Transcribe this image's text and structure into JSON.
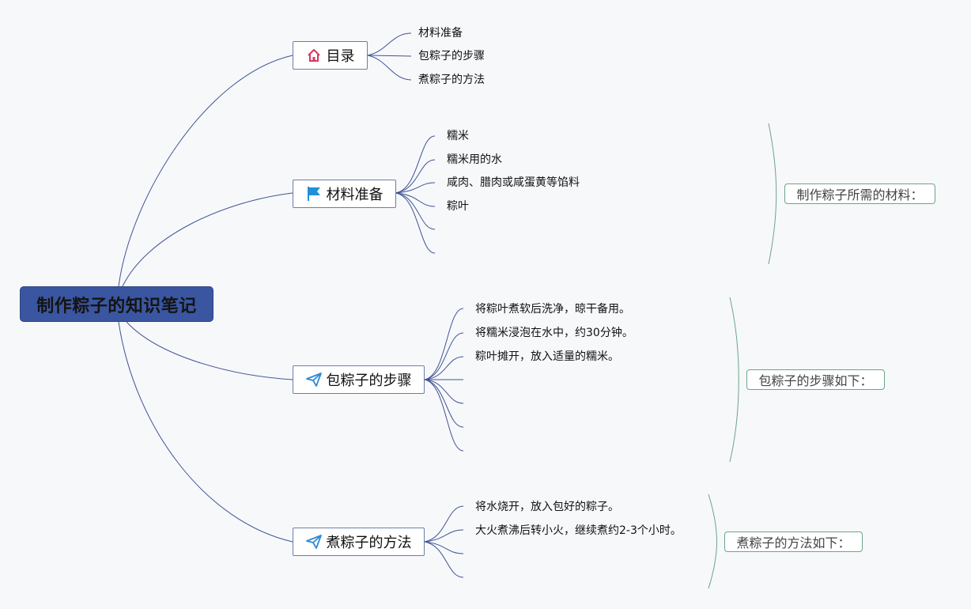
{
  "map": {
    "root": "制作粽子的知识笔记",
    "branches": [
      {
        "title": "目录",
        "icon": "home-icon",
        "items": [
          "材料准备",
          "包粽子的步骤",
          "煮粽子的方法"
        ]
      },
      {
        "title": "材料准备",
        "icon": "flag-icon",
        "items": [
          "糯米",
          "糯米用的水",
          "咸肉、腊肉或咸蛋黄等馅料",
          "粽叶"
        ],
        "summary": "制作粽子所需的材料："
      },
      {
        "title": "包粽子的步骤",
        "icon": "paper-plane-icon",
        "items": [
          "将粽叶煮软后洗净，晾干备用。",
          "将糯米浸泡在水中，约30分钟。",
          "粽叶摊开，放入适量的糯米。"
        ],
        "summary": "包粽子的步骤如下："
      },
      {
        "title": "煮粽子的方法",
        "icon": "paper-plane-icon",
        "items": [
          "将水烧开，放入包好的粽子。",
          "大火煮沸后转小火，继续煮约2-3个小时。"
        ],
        "summary": "煮粽子的方法如下："
      }
    ]
  },
  "colors": {
    "root_fill": "#3a56a0",
    "link": "#3f5495",
    "summary_stroke": "#6aa58a",
    "home_icon": "#d9365e",
    "flag_icon": "#1f8fd9",
    "plane_icon": "#2e8ad6"
  }
}
